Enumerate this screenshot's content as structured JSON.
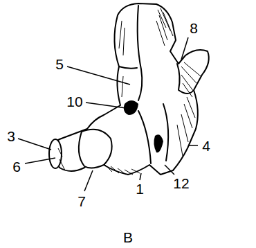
{
  "diagram": {
    "labels": [
      "5",
      "8",
      "10",
      "3",
      "4",
      "6",
      "7",
      "1",
      "12",
      "B"
    ]
  }
}
